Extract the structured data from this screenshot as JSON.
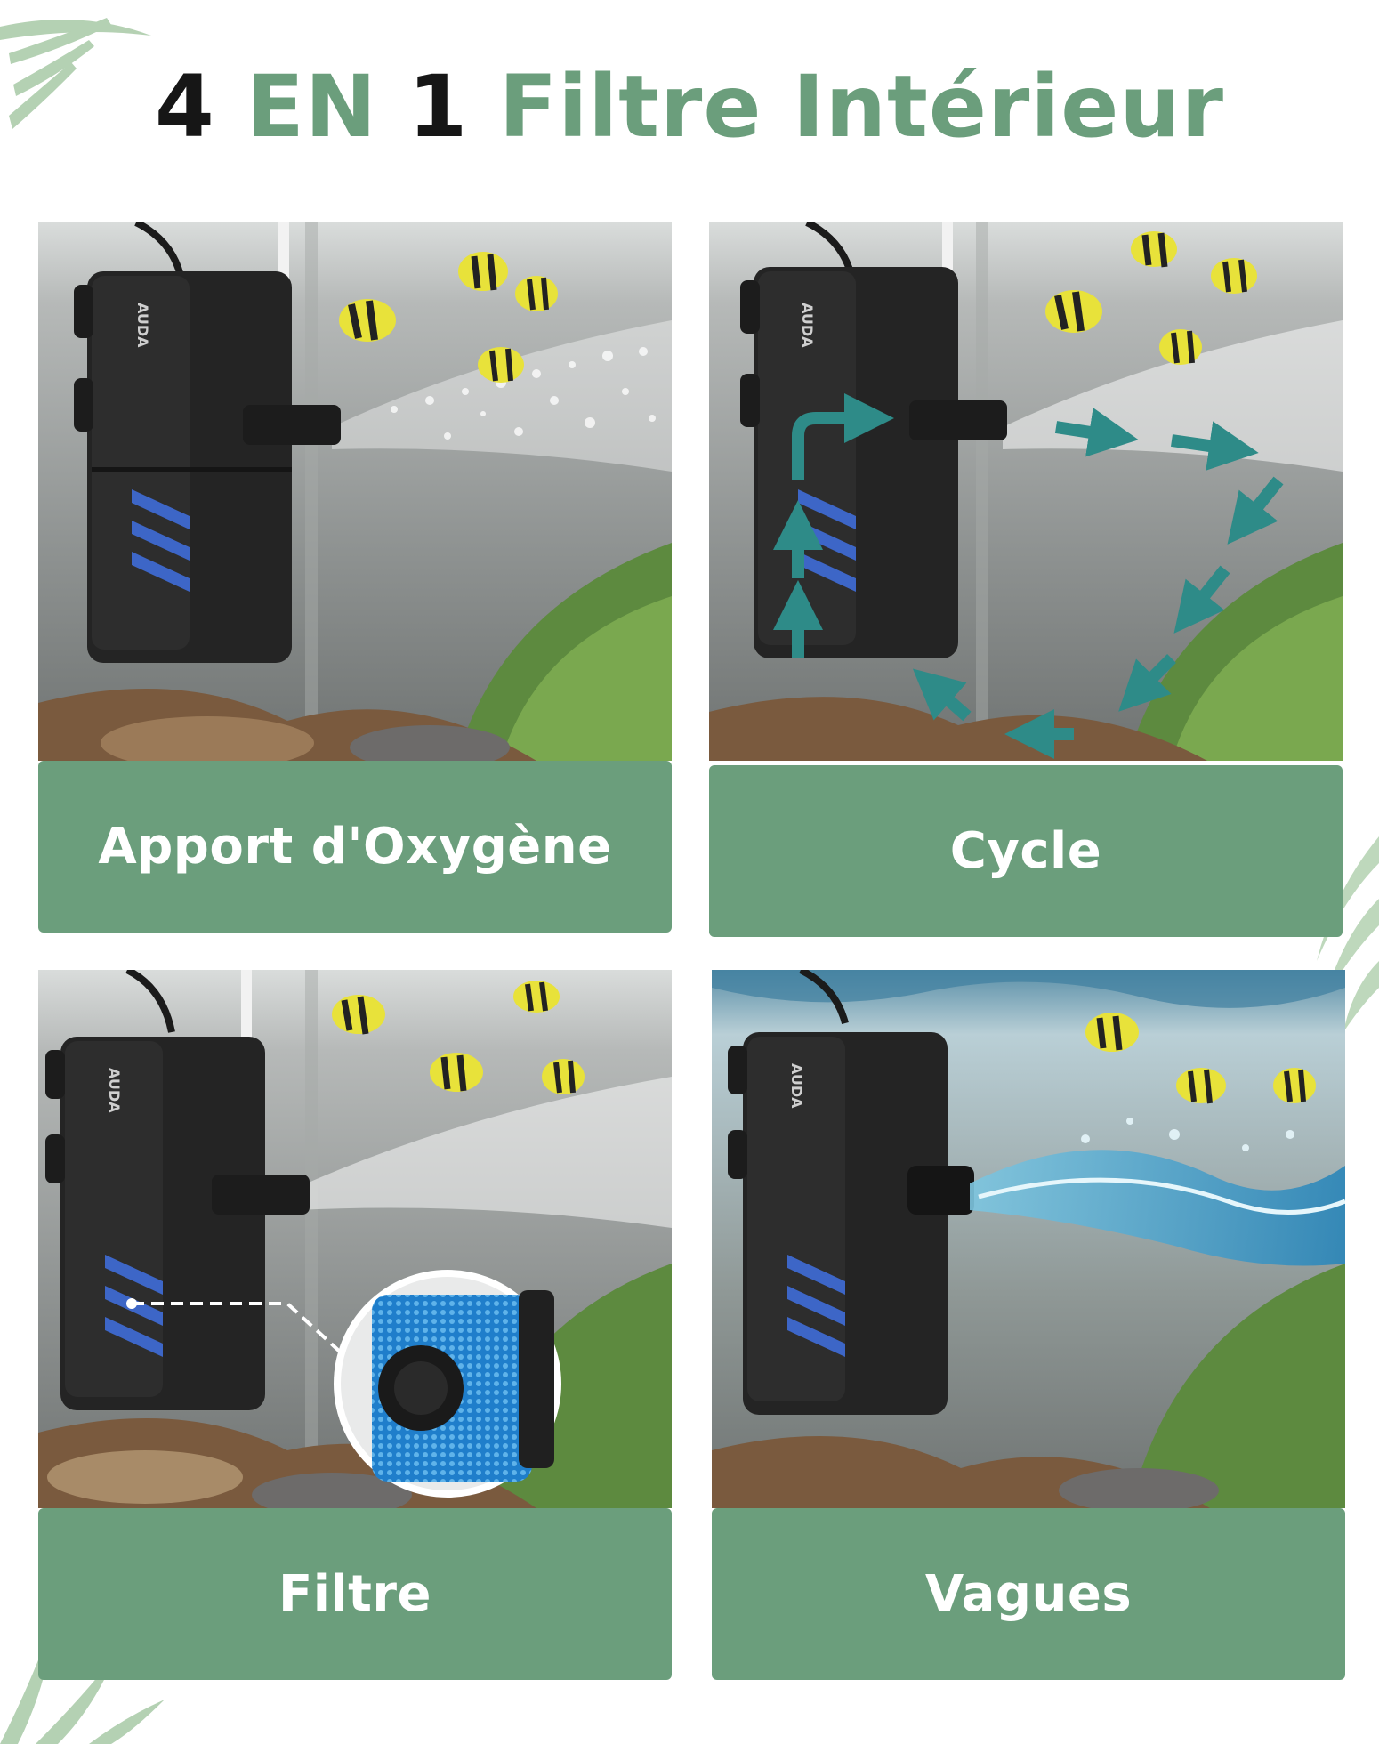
{
  "title": {
    "part1": "4",
    "part2": "EN",
    "part3": "1",
    "part4": "Filtre Intérieur"
  },
  "colors": {
    "accent_green": "#6b9e7c",
    "title_dark": "#161616",
    "arrow_teal": "#2e8b88"
  },
  "panels": [
    {
      "label": "Apport d'Oxygène",
      "icon": "oxygen-bubbles"
    },
    {
      "label": "Cycle",
      "icon": "circulation-arrows"
    },
    {
      "label": "Filtre",
      "icon": "filter-sponge"
    },
    {
      "label": "Vagues",
      "icon": "water-wave"
    }
  ],
  "device": {
    "brand": "AUDA"
  }
}
